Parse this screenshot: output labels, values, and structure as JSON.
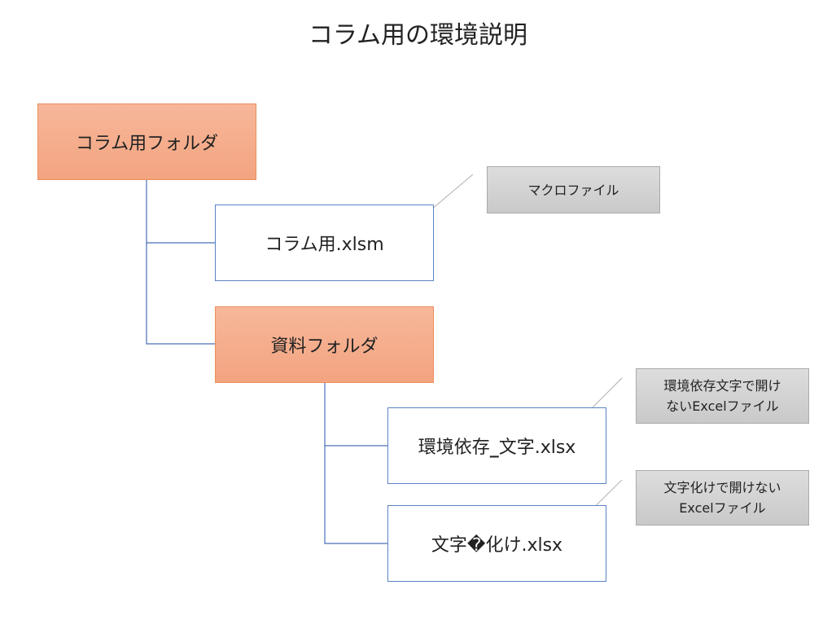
{
  "title": "コラム用の環境説明",
  "colors": {
    "folder_fill": "#f3a480",
    "folder_border": "#ec8e5c",
    "file_border": "#5b83c4",
    "connector": "#4a72b8",
    "note_fill": "#cfcfcf",
    "callout_line": "#b0b0b0"
  },
  "nodes": {
    "root_folder": {
      "label": "コラム用フォルダ"
    },
    "xlsm_file": {
      "label": "コラム用.xlsm"
    },
    "material_folder": {
      "label": "資料フォルダ"
    },
    "env_file": {
      "label_pre": "環境依存",
      "label_sep": "_",
      "label_post": "文字.xlsx"
    },
    "garbled_file": {
      "label": "文字�化け.xlsx"
    }
  },
  "notes": {
    "macro": {
      "line1": "マクロファイル"
    },
    "env": {
      "line1": "環境依存文字で開け",
      "line2": "ないExcelファイル"
    },
    "garbled": {
      "line1": "文字化けで開けない",
      "line2": "Excelファイル"
    }
  }
}
